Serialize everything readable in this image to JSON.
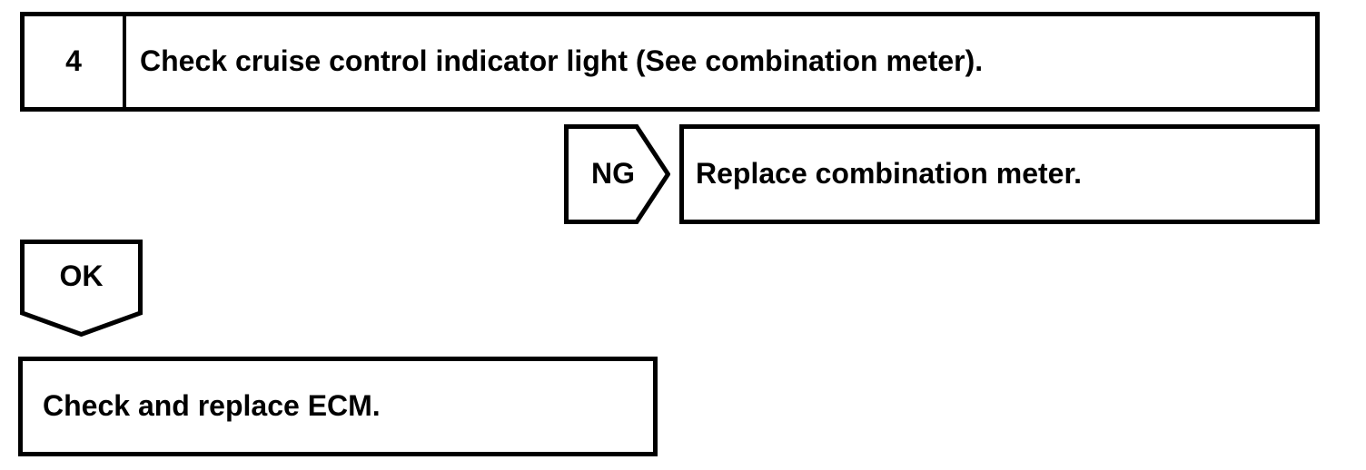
{
  "flowchart": {
    "step": {
      "number": "4",
      "instruction": "Check cruise control indicator light (See combination meter)."
    },
    "ng_branch": {
      "label": "NG",
      "action": "Replace combination meter."
    },
    "ok_branch": {
      "label": "OK",
      "action": "Check and replace ECM."
    },
    "colors": {
      "line": "#000000",
      "background": "#ffffff"
    }
  }
}
